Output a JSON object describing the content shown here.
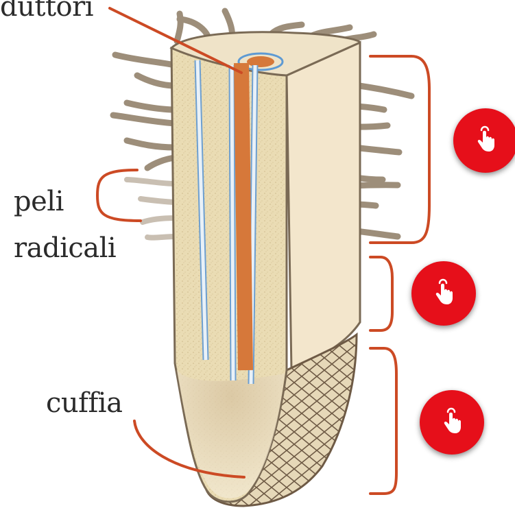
{
  "labels": {
    "duttori": "duttori",
    "peli": "peli",
    "radicali": "radicali",
    "cuffia": "cuffia"
  },
  "hotspots": [
    {
      "icon": "tap-hand-icon"
    },
    {
      "icon": "tap-hand-icon"
    },
    {
      "icon": "tap-hand-icon"
    }
  ],
  "colors": {
    "accent": "#cc4a24",
    "hotspot": "#e60f1a",
    "duct_orange": "#d6783a",
    "duct_blue": "#6d9fd0",
    "tissue": "#eadcb4",
    "outline": "#7a6a55"
  }
}
